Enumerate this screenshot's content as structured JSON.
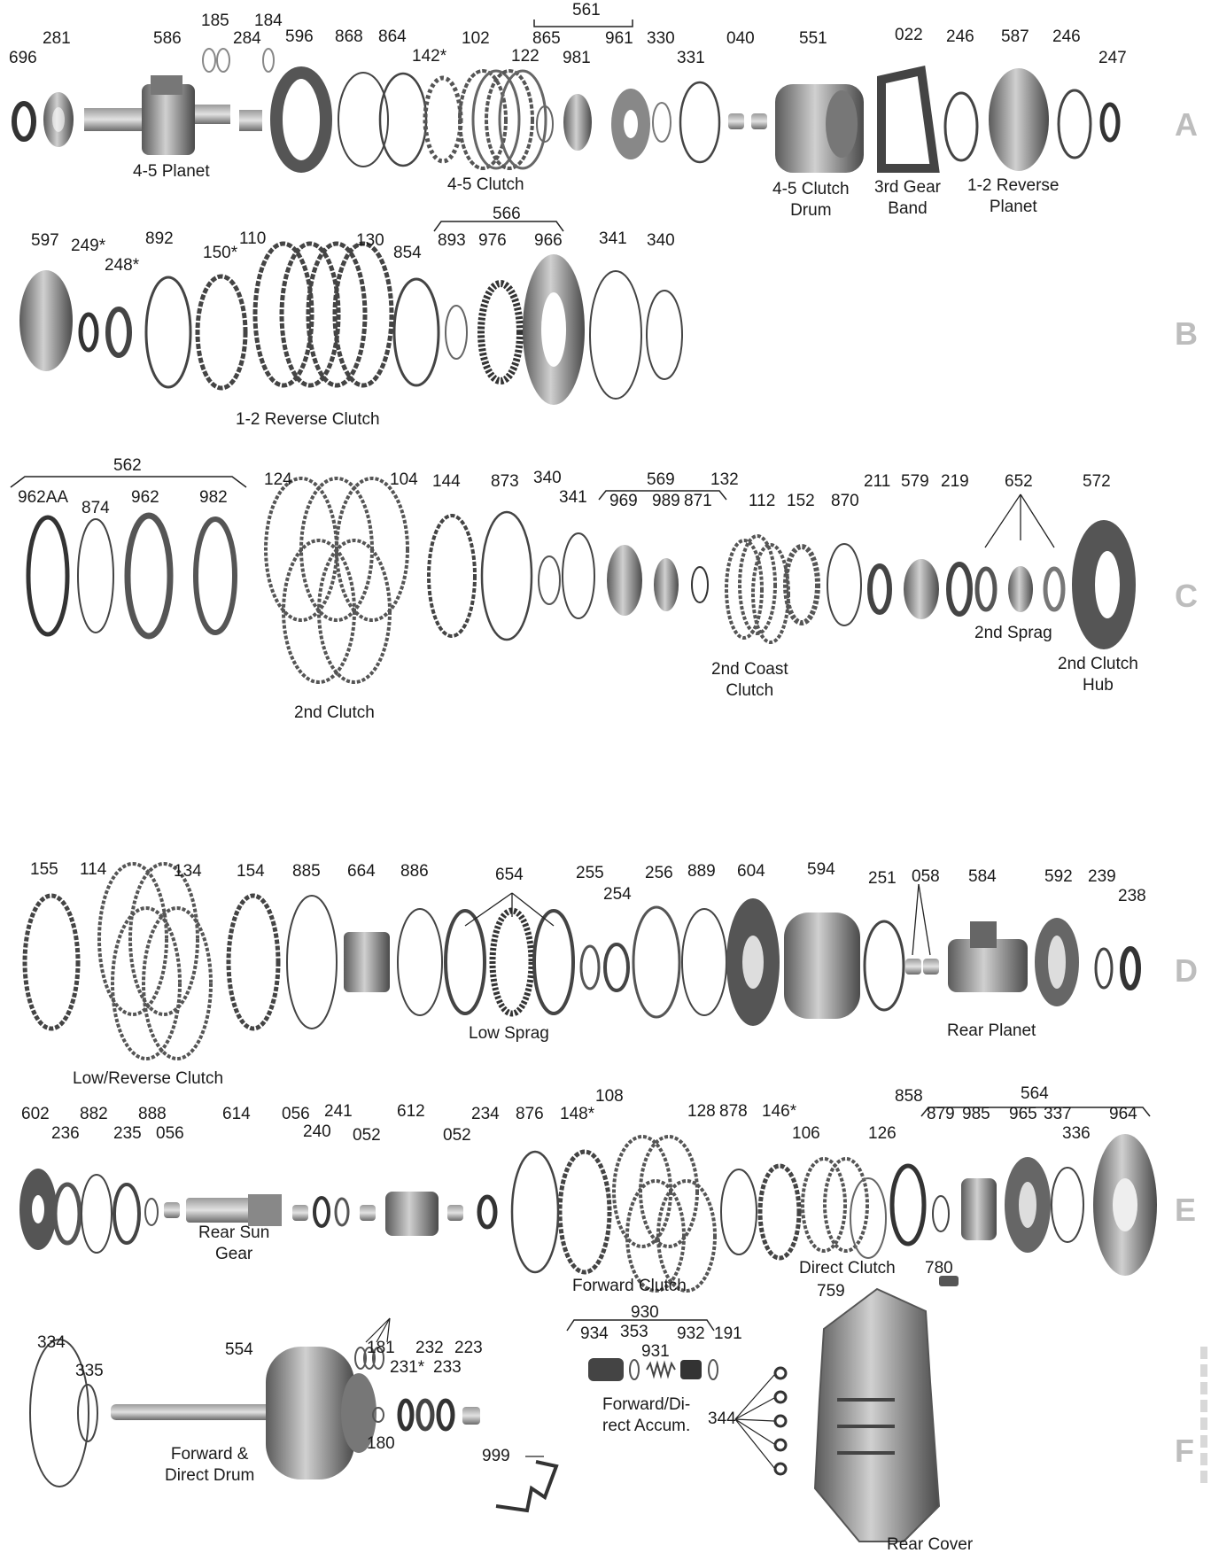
{
  "rows": [
    "A",
    "B",
    "C",
    "D",
    "E",
    "F"
  ],
  "part_numbers": {
    "a": [
      "696",
      "281",
      "586",
      "185",
      "184",
      "284",
      "596",
      "868",
      "864",
      "142*",
      "102",
      "122",
      "561",
      "865",
      "981",
      "961",
      "330",
      "331",
      "040",
      "551",
      "022",
      "246",
      "587",
      "246",
      "247"
    ],
    "b": [
      "597",
      "249*",
      "248*",
      "892",
      "150*",
      "110",
      "130",
      "854",
      "566",
      "893",
      "976",
      "966",
      "341",
      "340"
    ],
    "c": [
      "562",
      "962AA",
      "874",
      "962",
      "982",
      "124",
      "104",
      "144",
      "873",
      "340",
      "341",
      "569",
      "132",
      "969",
      "989",
      "871",
      "112",
      "152",
      "870",
      "211",
      "579",
      "219",
      "652",
      "572"
    ],
    "d": [
      "155",
      "114",
      "134",
      "154",
      "885",
      "664",
      "886",
      "654",
      "255",
      "254",
      "256",
      "889",
      "604",
      "594",
      "251",
      "058",
      "584",
      "592",
      "239",
      "238"
    ],
    "e": [
      "602",
      "236",
      "882",
      "235",
      "888",
      "056",
      "614",
      "056",
      "240",
      "241",
      "052",
      "612",
      "052",
      "234",
      "876",
      "148*",
      "108",
      "128",
      "878",
      "146*",
      "106",
      "126",
      "858",
      "564",
      "879",
      "985",
      "965",
      "337",
      "336",
      "964"
    ],
    "f": [
      "780",
      "759",
      "930",
      "934",
      "353",
      "931",
      "932",
      "191",
      "334",
      "335",
      "554",
      "181",
      "232",
      "223",
      "231*",
      "233",
      "180",
      "344",
      "999"
    ]
  },
  "captions": {
    "planet_45": "4-5 Planet",
    "clutch_45": "4-5 Clutch",
    "drum_45": "4-5 Clutch\nDrum",
    "band_3rd": "3rd Gear\nBand",
    "planet_12r": "1-2 Reverse\nPlanet",
    "clutch_12r": "1-2 Reverse Clutch",
    "clutch_2nd": "2nd Clutch",
    "coast_2nd": "2nd Coast\nClutch",
    "sprag_2nd": "2nd Sprag",
    "hub_2nd": "2nd Clutch\nHub",
    "low_rev": "Low/Reverse Clutch",
    "low_sprag": "Low Sprag",
    "rear_planet": "Rear Planet",
    "rear_sun": "Rear Sun\nGear",
    "fwd_clutch": "Forward Clutch",
    "dir_clutch": "Direct Clutch",
    "accum": "Forward/Di-\nrect Accum.",
    "drum_fd": "Forward &\nDirect Drum",
    "rear_cover": "Rear Cover"
  }
}
